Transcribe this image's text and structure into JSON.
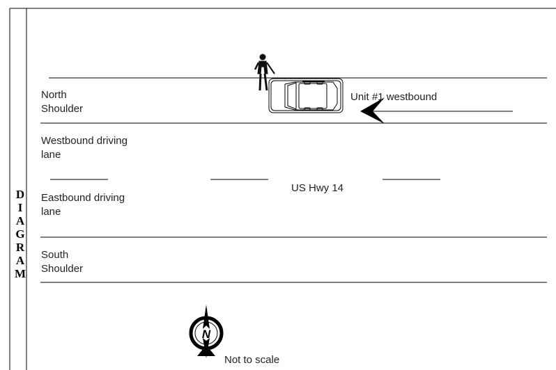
{
  "sidebar": {
    "letters": [
      "D",
      "I",
      "A",
      "G",
      "R",
      "A",
      "M"
    ]
  },
  "labels": {
    "north_shoulder": "North\nShoulder",
    "westbound_lane": "Westbound driving\nlane",
    "eastbound_lane": "Eastbound driving\nlane",
    "south_shoulder": "South\nShoulder",
    "highway": "US Hwy 14",
    "unit": "Unit #1 westbound",
    "scale_note": "Not to scale"
  },
  "compass": {
    "letter": "N"
  }
}
